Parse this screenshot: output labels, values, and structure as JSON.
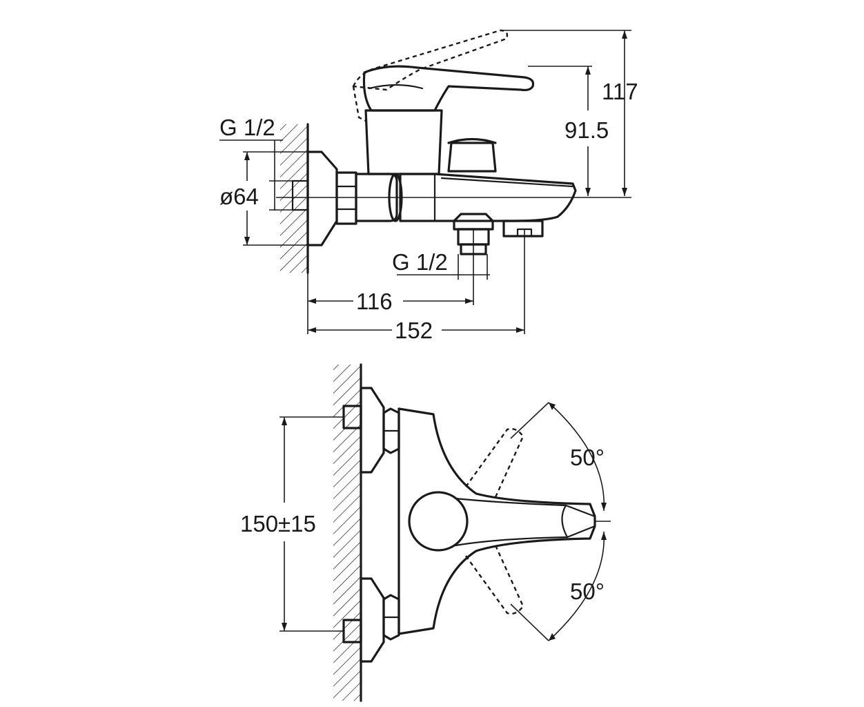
{
  "side_view": {
    "inlet_thread": "G 1/2",
    "flange_diameter": "ø64",
    "outlet_thread": "G 1/2",
    "length_to_outlet": "116",
    "overall_length": "152",
    "height_spout": "91.5",
    "height_lever_raised": "117"
  },
  "top_view": {
    "center_distance": "150±15",
    "lever_angle_up": "50°",
    "lever_angle_down": "50°"
  }
}
